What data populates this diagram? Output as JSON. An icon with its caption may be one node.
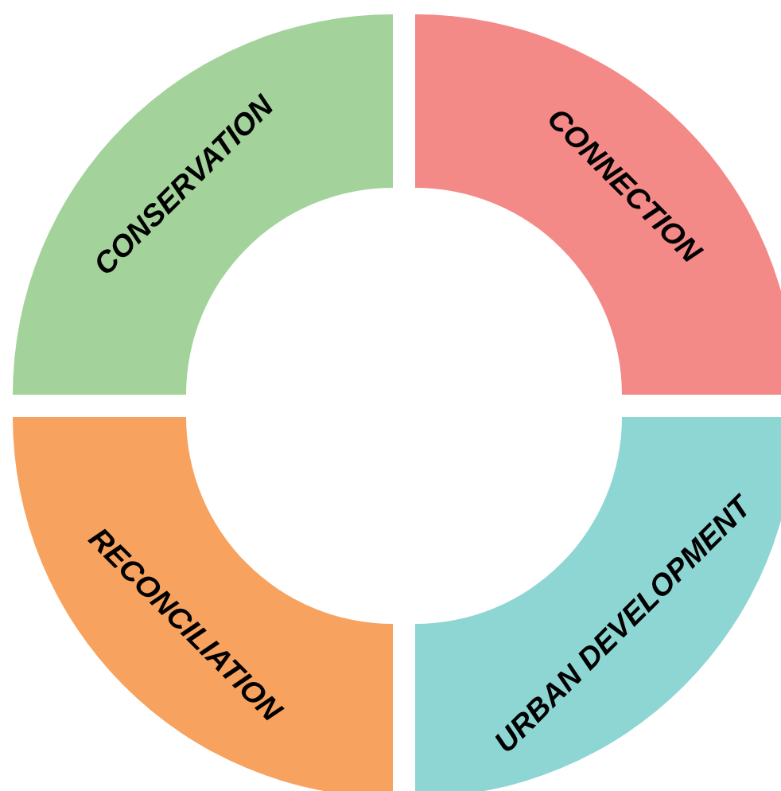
{
  "diagram": {
    "nodes": [
      {
        "text": [
          "CONSERVATION"
        ]
      },
      {
        "text": [
          "CONNECTION"
        ]
      },
      {
        "text": [
          "RECONCILIATION"
        ]
      },
      {
        "text": [
          "URBAN DEVELOPMENT"
        ]
      }
    ]
  }
}
